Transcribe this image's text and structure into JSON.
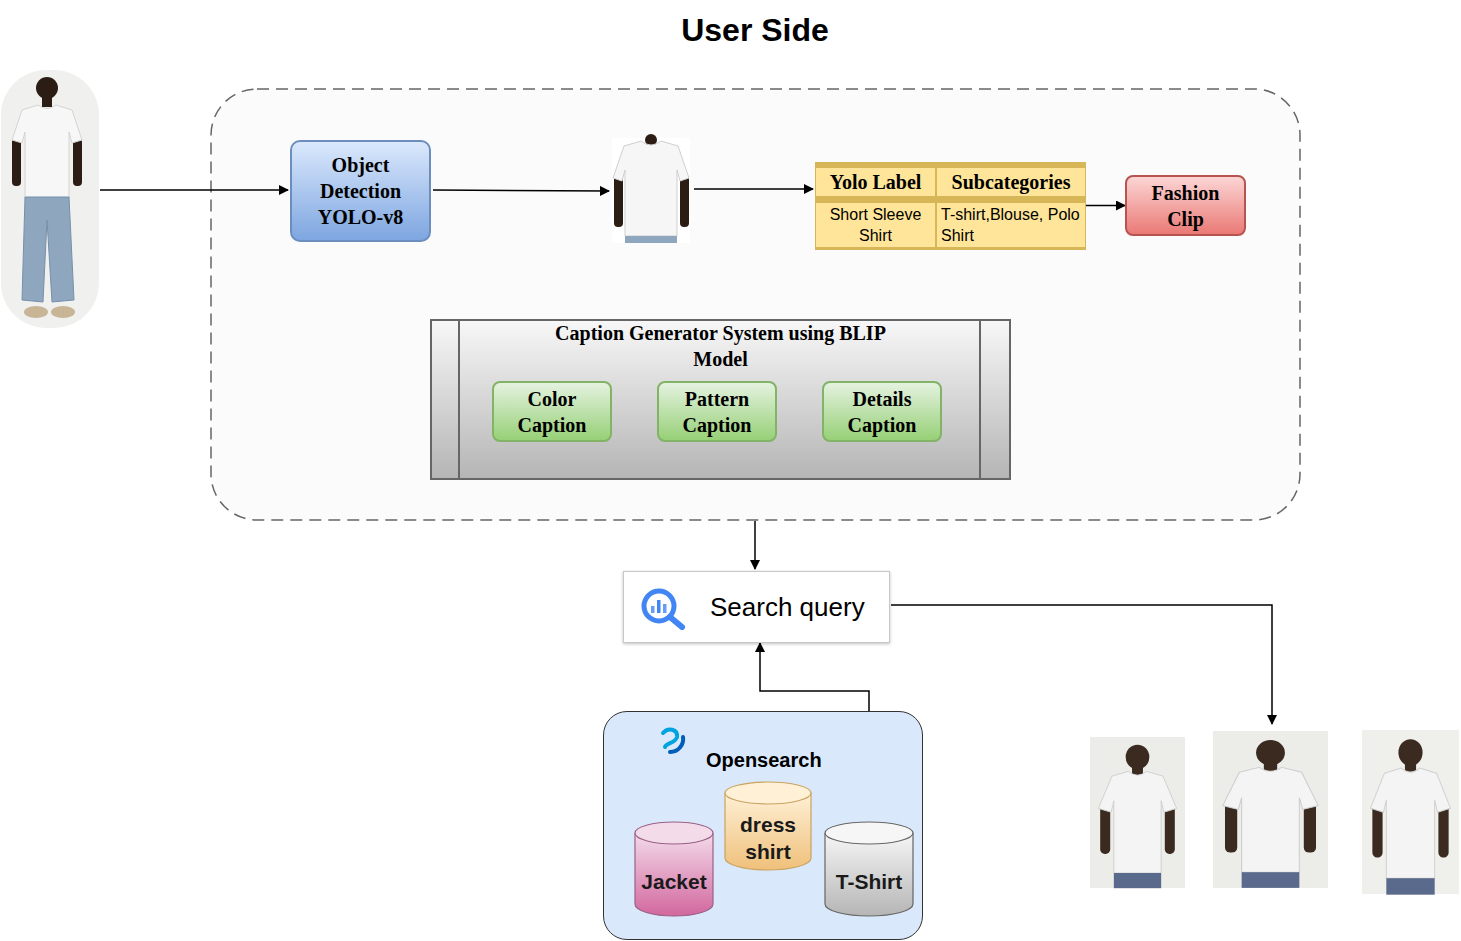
{
  "diagram": {
    "title": "User Side",
    "nodes": [
      {
        "text": [
          "Object Detection YOLO-v8"
        ]
      },
      {
        "text": [
          "Yolo Label",
          "Subcategories",
          "Short Sleeve Shirt",
          "T-shirt,Blouse, Polo Shirt"
        ]
      },
      {
        "text": [
          "Fashion Clip"
        ]
      },
      {
        "text": [
          "Caption Generator System using BLIP Model"
        ]
      },
      {
        "text": [
          "Color Caption"
        ],
        "in": 3
      },
      {
        "text": [
          "Pattern Caption"
        ],
        "in": 3
      },
      {
        "text": [
          "Details Caption"
        ],
        "in": 3
      },
      {
        "text": [
          "Search query"
        ]
      },
      {
        "text": [
          "Opensearch"
        ]
      },
      {
        "text": [
          "Jacket"
        ],
        "in": 8
      },
      {
        "text": [
          "dress shirt"
        ],
        "in": 8
      },
      {
        "text": [
          "T-Shirt"
        ],
        "in": 8
      }
    ],
    "edges": [
      {
        "from": 1,
        "to": 2,
        "arrow": "to"
      },
      {
        "from": 11,
        "to": 7,
        "arrow": "both"
      }
    ]
  }
}
